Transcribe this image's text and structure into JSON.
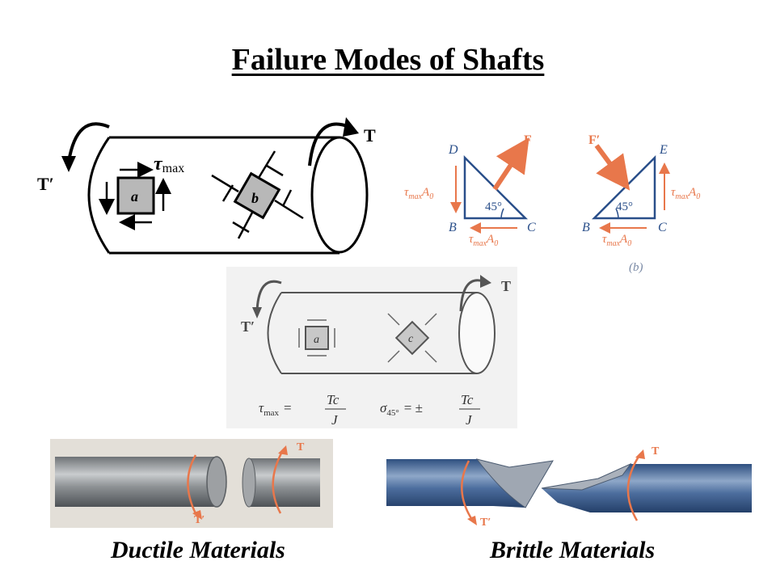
{
  "title": "Failure Modes of Shafts",
  "figure1": {
    "torque_right": "T",
    "torque_left": "T′",
    "tau": "τ",
    "tau_sub": "max",
    "element_a": "a",
    "element_b": "b"
  },
  "figure2": {
    "left": {
      "D": "D",
      "B": "B",
      "C": "C",
      "force": "F",
      "angle": "45°"
    },
    "right": {
      "E": "E",
      "B": "B",
      "C": "C",
      "force": "F′",
      "angle": "45°"
    },
    "shear_tau": "τ",
    "shear_sub": "max",
    "shear_A": "A",
    "shear_zero": "0",
    "part_label": "(b)"
  },
  "figure3": {
    "torque_right": "T",
    "torque_left": "T′",
    "element_a": "a",
    "element_c": "c",
    "eq1_lhs": "τ",
    "eq1_sub": "max",
    "eq1_num": "Tc",
    "eq1_den": "J",
    "eq2_lhs": "σ",
    "eq2_sub": "45°",
    "eq2_num": "Tc",
    "eq2_den": "J",
    "equals": "=",
    "plus_minus": "= ±"
  },
  "photos": {
    "ductile_T": "T",
    "ductile_Tprime": "T′",
    "brittle_T": "T",
    "brittle_Tprime": "T′"
  },
  "captions": {
    "ductile": "Ductile Materials",
    "brittle": "Brittle Materials"
  },
  "colors": {
    "orange": "#e8774b",
    "blue_text": "#2a4f8a",
    "steel_blue": "#3b5f93",
    "element_gray": "#b8b8b8"
  }
}
